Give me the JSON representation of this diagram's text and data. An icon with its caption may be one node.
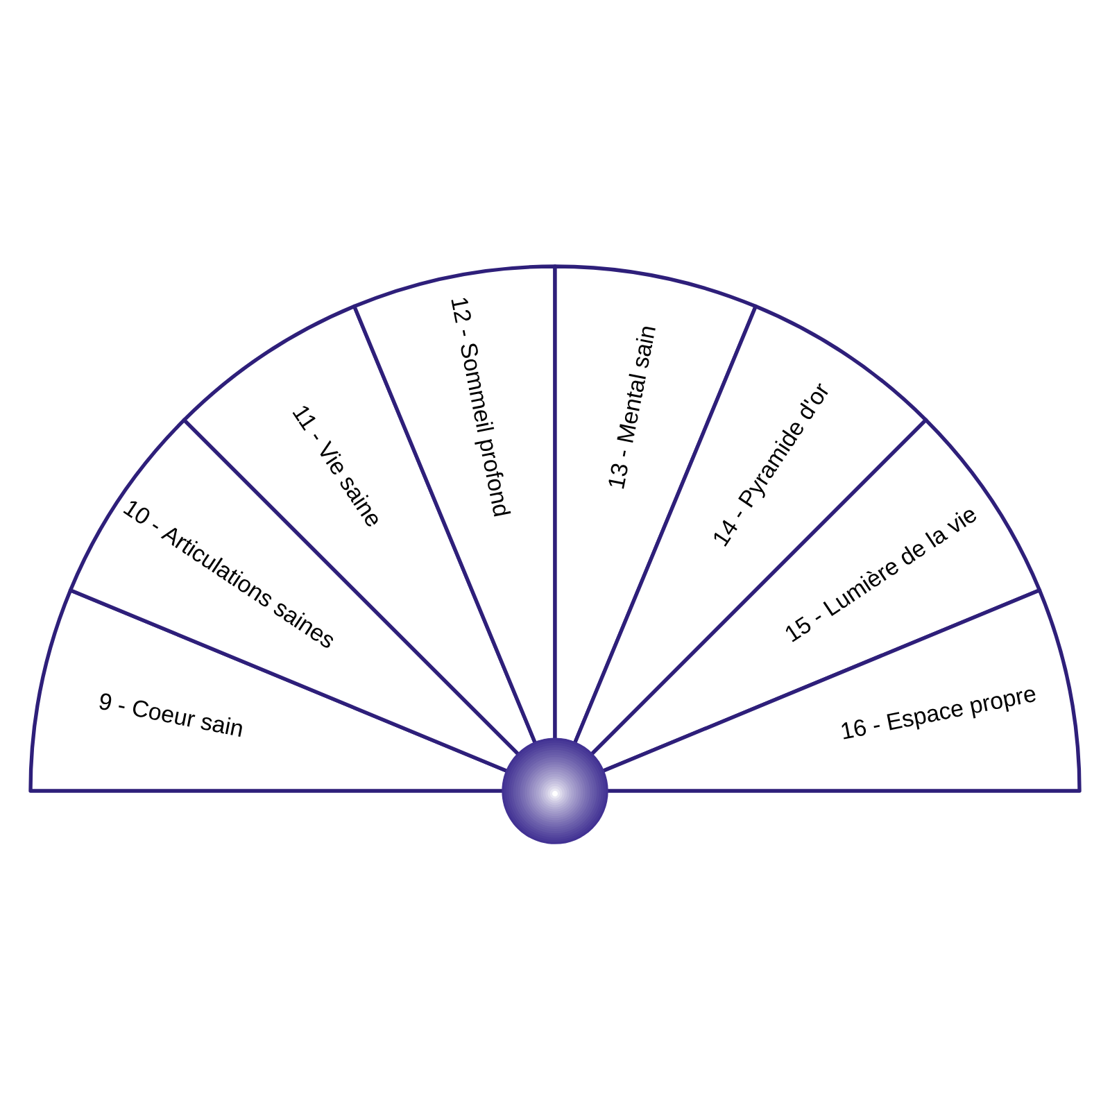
{
  "diagram": {
    "nodes": [
      {
        "text": [
          "9 - Coeur sain"
        ]
      },
      {
        "text": [
          "10 - Articulations saines"
        ]
      },
      {
        "text": [
          "11 - Vie saine"
        ]
      },
      {
        "text": [
          "12 - Sommeil profond"
        ]
      },
      {
        "text": [
          "13 - Mental sain"
        ]
      },
      {
        "text": [
          "14 - Pyramide d'or"
        ]
      },
      {
        "text": [
          "15 - Lumière de la vie"
        ]
      },
      {
        "text": [
          "16 - Espace propre"
        ]
      }
    ]
  }
}
